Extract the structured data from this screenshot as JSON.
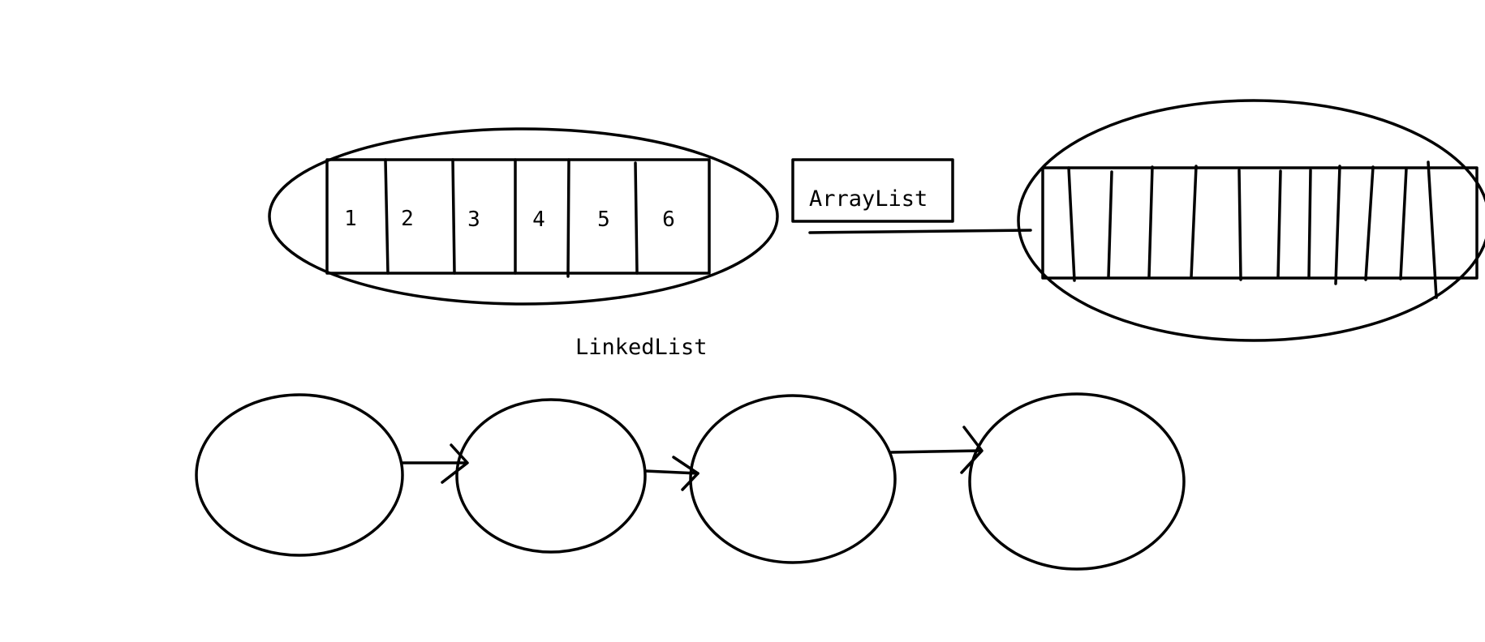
{
  "colors": {
    "ink": "#000000",
    "background": "#ffffff"
  },
  "array_cells": [
    "1",
    "2",
    "3",
    "4",
    "5",
    "6"
  ],
  "arraylist_label": "ArrayList",
  "linkedlist_label": "LinkedList"
}
